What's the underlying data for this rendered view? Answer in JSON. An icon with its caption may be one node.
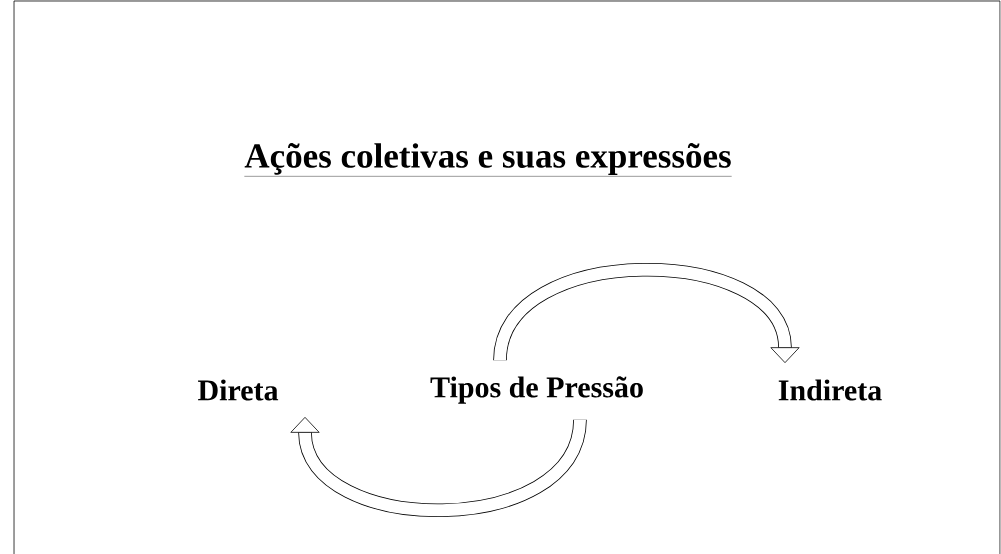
{
  "diagram": {
    "title": "Ações coletivas e suas expressões",
    "nodes": [
      {
        "text": [
          "Direta"
        ]
      },
      {
        "text": [
          "Tipos de Pressão"
        ]
      },
      {
        "text": [
          "Indireta"
        ]
      }
    ],
    "edges": [
      {
        "from": 1,
        "to": 2,
        "arrow": "to"
      },
      {
        "from": 1,
        "to": 0,
        "arrow": "to"
      }
    ]
  }
}
